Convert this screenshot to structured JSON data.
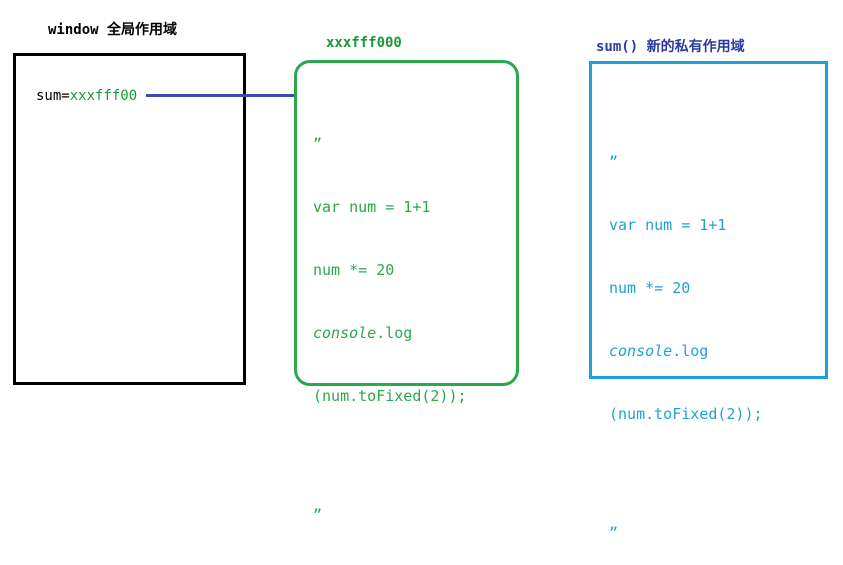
{
  "window": {
    "title": "window 全局作用域",
    "variable_name": "sum=",
    "variable_value": "xxxfff00"
  },
  "heap_object": {
    "address": "xxxfff000",
    "open_quote": "”",
    "lines": [
      "var num = 1+1",
      "num *= 20"
    ],
    "console_obj": "console",
    "console_method": ".log",
    "last_line": "(num.toFixed(2));",
    "close_quote": "”"
  },
  "function_scope": {
    "title": "sum() 新的私有作用域",
    "open_quote": "”",
    "lines": [
      "var num = 1+1",
      "num *= 20"
    ],
    "console_obj": "console",
    "console_method": ".log",
    "last_line": "(num.toFixed(2));",
    "close_quote": "”"
  },
  "colors": {
    "window_border": "#000000",
    "heap_border": "#2aa84a",
    "scope_border": "#1ca3d6",
    "connector": "#3a4ab0"
  }
}
